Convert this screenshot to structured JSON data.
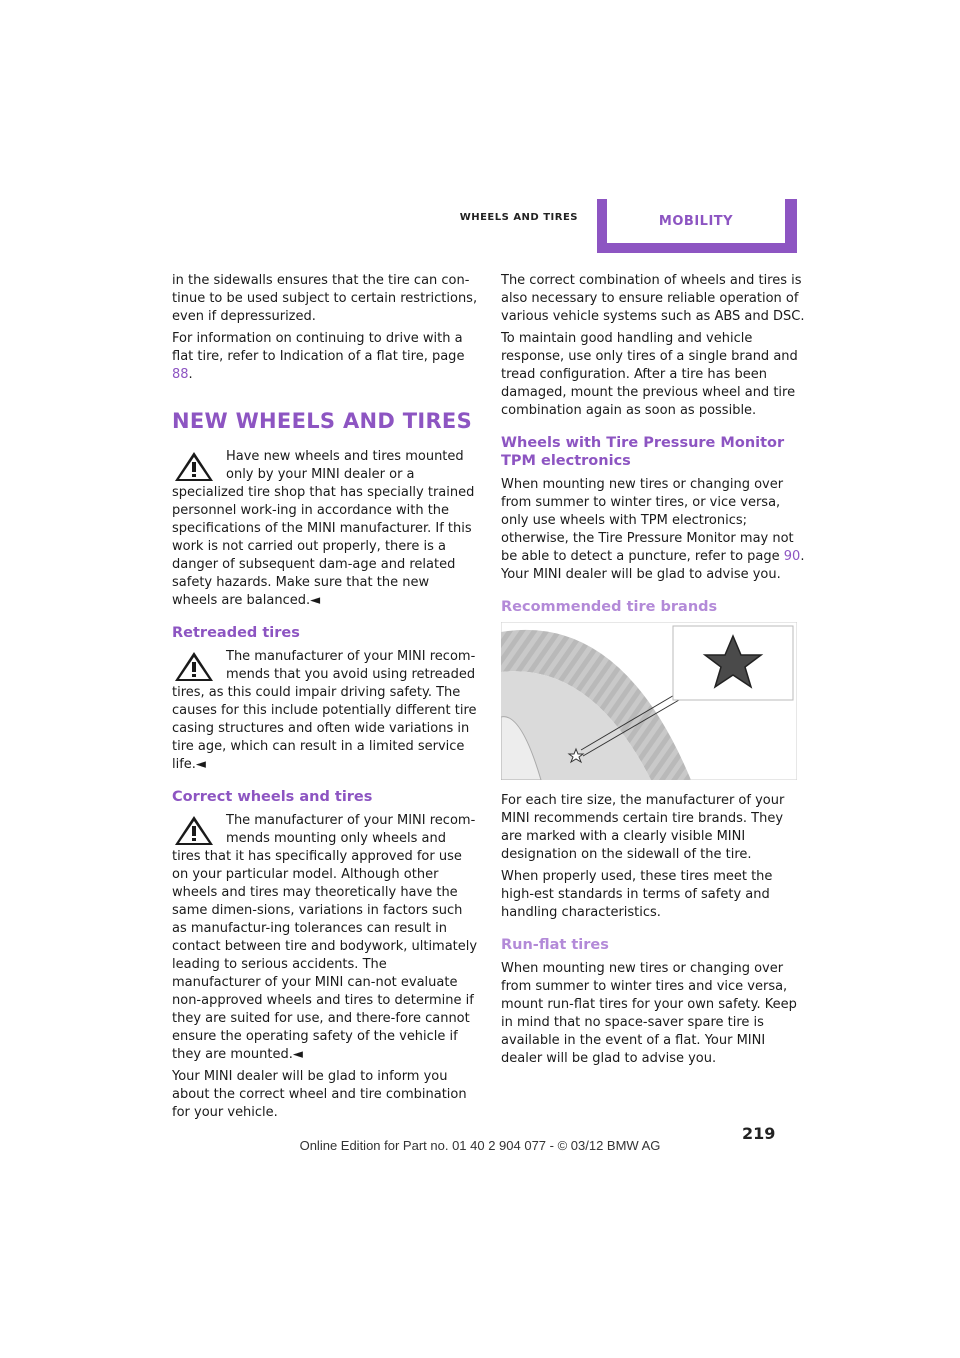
{
  "header": {
    "section": "Wheels and tires",
    "chapter": "Mobility"
  },
  "left": {
    "intro1": "in the sidewalls ensures that the tire can con-tinue to be used subject to certain restrictions, even if depressurized.",
    "intro2_prefix": "For information on continuing to drive with a flat tire, refer to Indication of a flat tire, page ",
    "intro2_link": "88",
    "intro2_suffix": ".",
    "new_title": "New wheels and tires",
    "new_warning": "Have new wheels and tires mounted only by your MINI dealer or a specialized tire shop that has specially trained personnel work-ing in accordance with the specifications of the MINI manufacturer. If this work is not carried out properly, there is a danger of subsequent dam-age and related safety hazards. Make sure that the new wheels are balanced.◄",
    "retreaded_title": "Retreaded tires",
    "retreaded_warning": "The manufacturer of your MINI recom-mends that you avoid using retreaded tires, as this could impair driving safety. The causes for this include potentially different tire casing structures and often wide variations in tire age, which can result in a limited service life.◄",
    "correct_title": "Correct wheels and tires",
    "correct_warning": "The manufacturer of your MINI recom-mends mounting only wheels and tires that it has specifically approved for use on your particular model. Although other wheels and tires may theoretically have the same dimen-sions, variations in factors such as manufactur-ing tolerances can result in contact between tire and bodywork, ultimately leading to serious accidents. The manufacturer of your MINI can-not evaluate non-approved wheels and tires to determine if they are suited for use, and there-fore cannot ensure the operating safety of the vehicle if they are mounted.◄",
    "correct_para": "Your MINI dealer will be glad to inform you about the correct wheel and tire combination for your vehicle."
  },
  "right": {
    "combo_p1": "The correct combination of wheels and tires is also necessary to ensure reliable operation of various vehicle systems such as ABS and DSC.",
    "combo_p2": "To maintain good handling and vehicle response, use only tires of a single brand and tread configuration. After a tire has been damaged, mount the previous wheel and tire combination again as soon as possible.",
    "tpm_title": "Wheels with Tire Pressure Monitor TPM electronics",
    "tpm_p_prefix": "When mounting new tires or changing over from summer to winter tires, or vice versa, only use wheels with TPM electronics; otherwise, the Tire Pressure Monitor may not be able to detect a puncture, refer to page ",
    "tpm_p_link": "90",
    "tpm_p_suffix": ". Your MINI dealer will be glad to advise you.",
    "brands_title": "Recommended tire brands",
    "brands_p1": "For each tire size, the manufacturer of your MINI recommends certain tire brands. They are marked with a clearly visible MINI designation on the sidewall of the tire.",
    "brands_p2": "When properly used, these tires meet the high-est standards in terms of safety and handling characteristics.",
    "runflat_title": "Run-flat tires",
    "runflat_p": "When mounting new tires or changing over from summer to winter tires and vice versa, mount run-flat tires for your own safety. Keep in mind that no space-saver spare tire is available in the event of a flat. Your MINI dealer will be glad to advise you."
  },
  "footer": {
    "page_number": "219",
    "edition": "Online Edition for Part no. 01 40 2 904 077 - © 03/12 BMW AG"
  },
  "colors": {
    "accent": "#8d55c2",
    "accent_light": "#b38ad8"
  },
  "icons": {
    "warning": "warning-triangle-icon",
    "star": "star-marking-icon"
  }
}
